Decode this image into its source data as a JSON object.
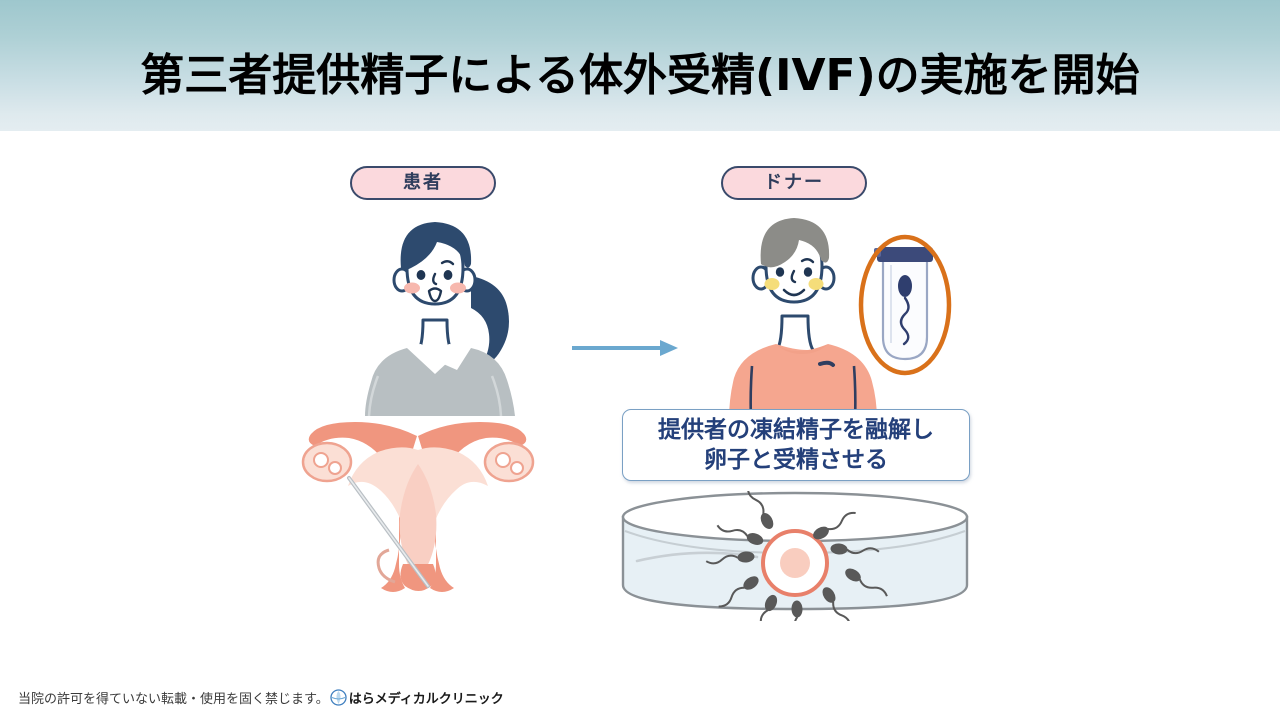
{
  "header": {
    "title": "第三者提供精子による体外受精(IVF)の実施を開始",
    "gradient_top": "#9ec7cd",
    "gradient_bottom": "#e4edf1"
  },
  "diagram": {
    "patient_label": "患者",
    "donor_label": "ドナー",
    "callout": {
      "line1": "提供者の凍結精子を融解し",
      "line2": "卵子と受精させる",
      "text_color": "#24407a",
      "border_color": "#7aa0c4"
    },
    "icons": {
      "patient": "female-patient-icon",
      "donor": "male-donor-icon",
      "vial": "cryovial-sperm-icon",
      "highlight": "orange-ellipse-highlight",
      "arrow": "right-arrow-icon",
      "uterus": "uterus-anatomy-icon",
      "petri": "petri-dish-fertilization-icon"
    },
    "colors": {
      "pill_fill": "#fbd9dd",
      "pill_border": "#3a4a6b",
      "patient_hair": "#2d4a6e",
      "patient_top": "#b8bfc2",
      "donor_hair": "#8c8c88",
      "donor_top": "#f5a68f",
      "vial_cap": "#3c4a7a",
      "highlight_ring": "#d9711a",
      "arrow": "#6ba8cf",
      "uterus": "#f09a84",
      "egg_ring": "#e8806a",
      "sperm": "#595959"
    }
  },
  "footer": {
    "notice": "当院の許可を得ていない転載・使用を固く禁じます。",
    "brand": "はらメディカルクリニック",
    "logo_icon": "clinic-logo-icon"
  }
}
